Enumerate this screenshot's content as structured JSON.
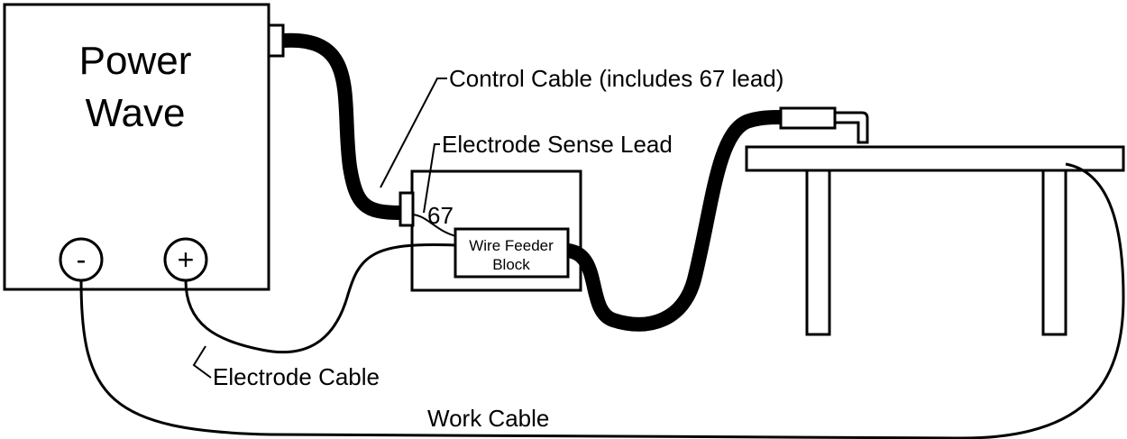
{
  "power_source": {
    "title_line1": "Power",
    "title_line2": "Wave",
    "negative_terminal": "-",
    "positive_terminal": "+"
  },
  "labels": {
    "control_cable": "Control Cable (includes 67 lead)",
    "electrode_sense_lead": "Electrode Sense Lead",
    "lead_67": "67",
    "wire_feeder_line1": "Wire Feeder",
    "wire_feeder_line2": "Block",
    "electrode_cable": "Electrode Cable",
    "work_cable": "Work Cable"
  },
  "colors": {
    "stroke": "#000000",
    "background": "#ffffff"
  }
}
